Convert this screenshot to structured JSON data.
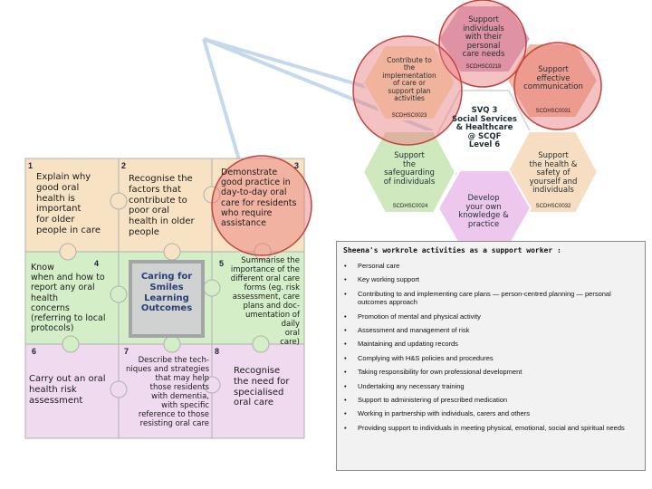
{
  "puzzle": {
    "pieces": [
      {
        "num": "1",
        "text": "Explain why\ngood oral\nhealth is\nimportant\nfor older\npeople in care",
        "fill": "#f7e2c4"
      },
      {
        "num": "2",
        "text": "Recognise the\nfactors that\ncontribute to\npoor oral\nhealth in older\npeople",
        "fill": "#f7e2c4"
      },
      {
        "num": "3",
        "text": "Demonstrate\ngood practice in\nday-to-day oral\ncare for residents\nwho require\nassistance",
        "fill": "#f7e2c4"
      },
      {
        "num": "4",
        "text": "Know\nwhen and how to\nreport any oral\nhealth\nconcerns\n(referring to local\nprotocols)",
        "fill": "#d4eec8"
      },
      {
        "num": "",
        "text": "Caring for\nSmiles\nLearning\nOutcomes",
        "fill": "#d4eec8"
      },
      {
        "num": "5",
        "text": "Summarise the\nimportance of the\ndifferent oral care\nforms (eg. risk\nassessment, care\nplans and doc-\numentation of daily\noral\ncare)",
        "fill": "#d4eec8"
      },
      {
        "num": "6",
        "text": "Carry out an oral\nhealth risk\nassessment",
        "fill": "#efdaf0"
      },
      {
        "num": "7",
        "text": "Describe the tech-\nniques and strategies\nthat may help\nthose residents\nwith dementia,\nwith specific\nreference to those\nresisting oral care",
        "fill": "#efdaf0"
      },
      {
        "num": "8",
        "text": "Recognise\nthe need for\nspecialised\noral care",
        "fill": "#efdaf0"
      }
    ]
  },
  "svq": {
    "center": "SVQ 3\nSocial Services\n& Healthcare\n@ SCQF\nLevel 6",
    "hexes": [
      {
        "text": "Support\nindividuals\nwith their\npersonal\ncare needs",
        "code": "SCDHSC0218",
        "fill": "#d6a8c6"
      },
      {
        "text": "Support\neffective\ncommunication",
        "code": "SCDHSC0031",
        "fill": "#f3b9a0"
      },
      {
        "text": "Contribute to\nthe\nimplementation\nof care or\nsupport plan\nactivities",
        "code": "SCDHSC0023",
        "fill": "#f8e3b8"
      },
      {
        "text": "Support\nthe\nsafeguarding\nof individuals",
        "code": "SCDHSC0024",
        "fill": "#cfe8bd"
      },
      {
        "text": "Support\nthe health &\nsafety of\nyourself and\nindividuals",
        "code": "SCDHSC0032",
        "fill": "#f7ddc2"
      },
      {
        "text": "Develop\nyour own\nknowledge &\npractice",
        "code": "",
        "fill": "#edc7ee"
      }
    ]
  },
  "workrole": {
    "title": "Sheena's workrole activities as a support worker :",
    "bullet": "•",
    "items": [
      "Personal care",
      "Key working support",
      "Contributing to and implementing care plans — person-centred planning — personal outcomes approach",
      "Promotion of mental and physical activity",
      "Assessment and management of risk",
      "Maintaining and updating records",
      "Complying with H&S policies and procedures",
      "Taking responsibility for own professional development",
      "Undertaking any necessary training",
      "Support to administering of prescribed medication",
      "Working in partnership with individuals, carers and others",
      "Providing support to individuals in meeting physical, emotional, social and spiritual needs"
    ]
  },
  "colors": {
    "highlight_fill": "#e8787a",
    "highlight_stroke": "#c0453f",
    "pointer_line": "#c6d9ec",
    "puzzle_border": "#a9a9a9"
  }
}
